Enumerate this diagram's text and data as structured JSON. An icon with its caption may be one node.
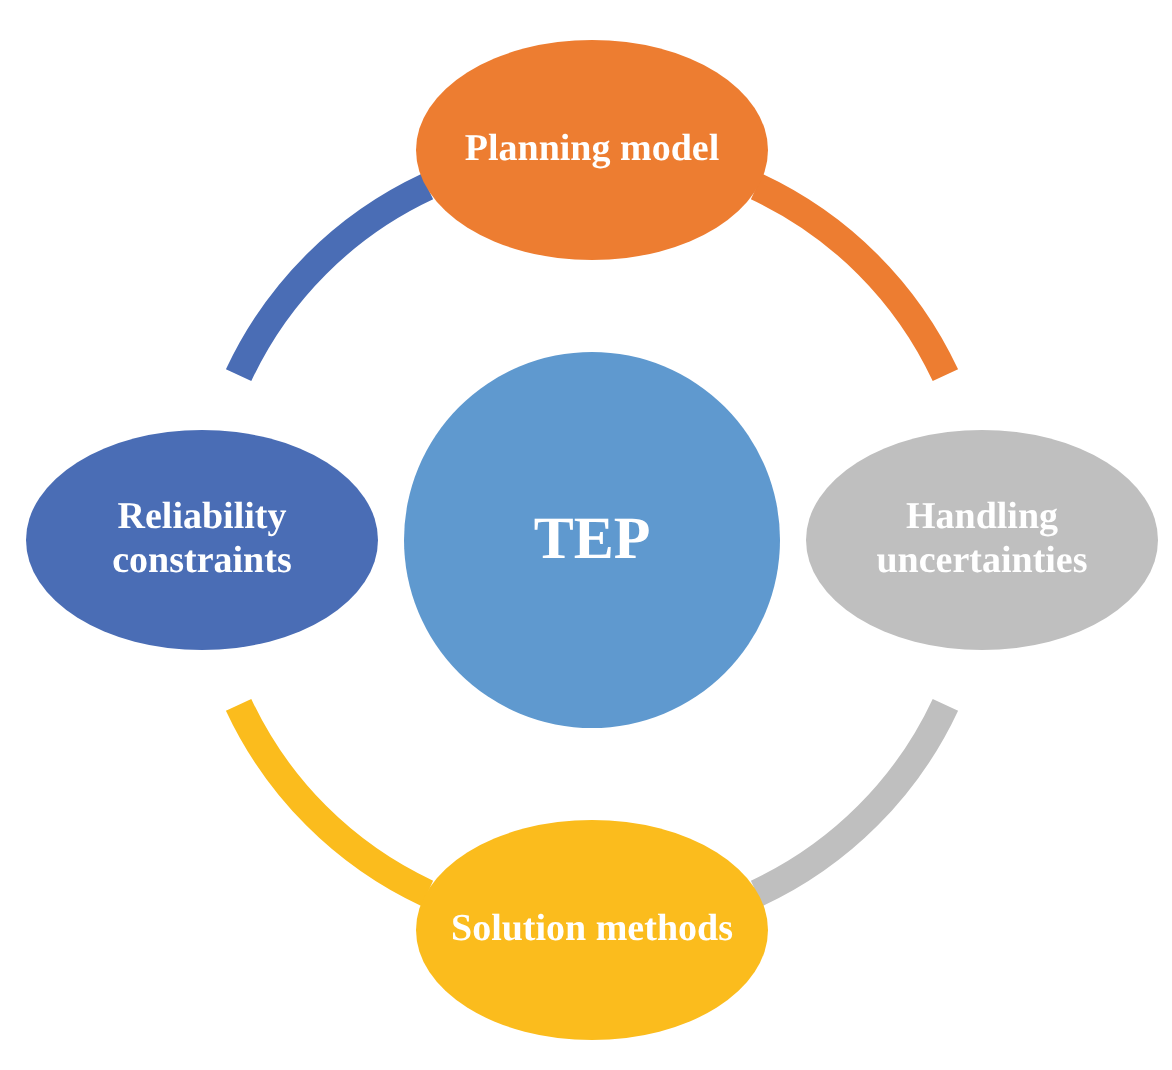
{
  "diagram": {
    "nodes": [
      {
        "text": [
          "Planning model"
        ]
      },
      {
        "text": [
          "Handling uncertainties"
        ]
      },
      {
        "text": [
          "Solution methods"
        ]
      },
      {
        "text": [
          "Reliability constraints"
        ]
      },
      {
        "text": [
          "TEP"
        ]
      }
    ],
    "edges": [
      {
        "from": 0,
        "to": 1,
        "arrow": "none",
        "color": "#ed7d31"
      },
      {
        "from": 1,
        "to": 2,
        "arrow": "none",
        "color": "#bfbfbf"
      },
      {
        "from": 2,
        "to": 3,
        "arrow": "none",
        "color": "#fbbc1d"
      },
      {
        "from": 3,
        "to": 0,
        "arrow": "none",
        "color": "#4a6db5"
      }
    ]
  }
}
